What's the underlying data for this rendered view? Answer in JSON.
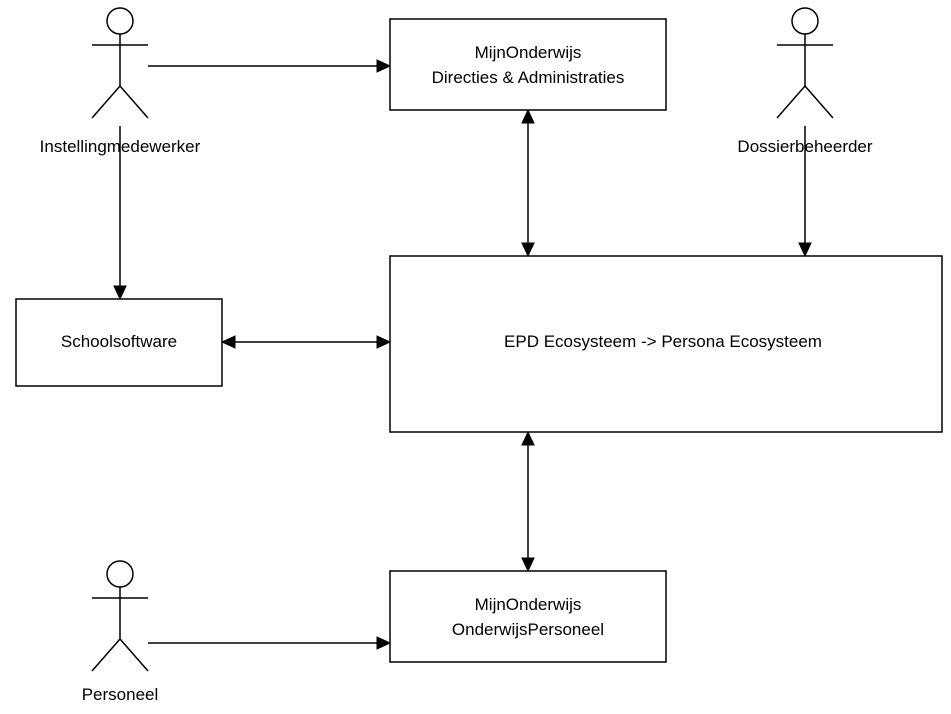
{
  "boxes": {
    "mijnonderwijs_directies": {
      "line1": "MijnOnderwijs",
      "line2": "Directies & Administraties"
    },
    "epd": {
      "label": "EPD Ecosysteem -> Persona Ecosysteem"
    },
    "schoolsoftware": {
      "label": "Schoolsoftware"
    },
    "mijnonderwijs_personeel": {
      "line1": "MijnOnderwijs",
      "line2": "OnderwijsPersoneel"
    }
  },
  "actors": {
    "instellingmedewerker": "Instellingmedewerker",
    "dossierbeheerder": "Dossierbeheerder",
    "personeel": "Personeel"
  }
}
